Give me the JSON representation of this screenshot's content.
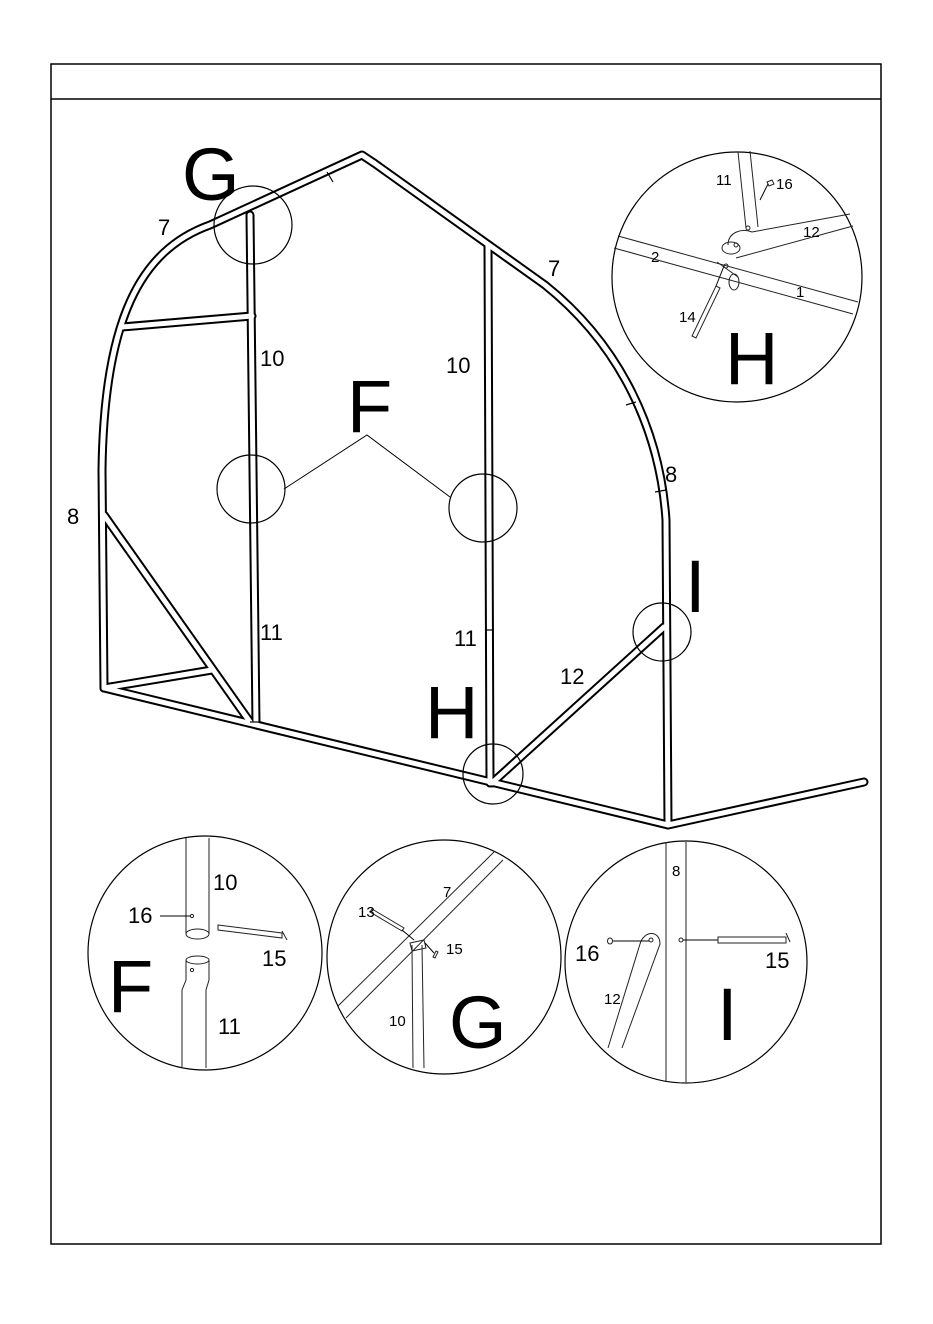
{
  "page": {
    "header_text": ""
  },
  "main_labels": {
    "G": "G",
    "F": "F",
    "H": "H",
    "I": "I",
    "p7_left": "7",
    "p7_right": "7",
    "p8_left": "8",
    "p8_right": "8",
    "p10_left": "10",
    "p10_right": "10",
    "p11_left": "11",
    "p11_right": "11",
    "p12": "12"
  },
  "detail_H": {
    "letter": "H",
    "parts": {
      "p11": "11",
      "p16": "16",
      "p12": "12",
      "p2": "2",
      "p1": "1",
      "p14": "14"
    }
  },
  "detail_F": {
    "letter": "F",
    "parts": {
      "p10": "10",
      "p16": "16",
      "p15": "15",
      "p11": "11"
    }
  },
  "detail_G": {
    "letter": "G",
    "parts": {
      "p7": "7",
      "p13": "13",
      "p15": "15",
      "p10": "10"
    }
  },
  "detail_I": {
    "letter": "I",
    "parts": {
      "p8": "8",
      "p16": "16",
      "p15": "15",
      "p12": "12"
    }
  }
}
